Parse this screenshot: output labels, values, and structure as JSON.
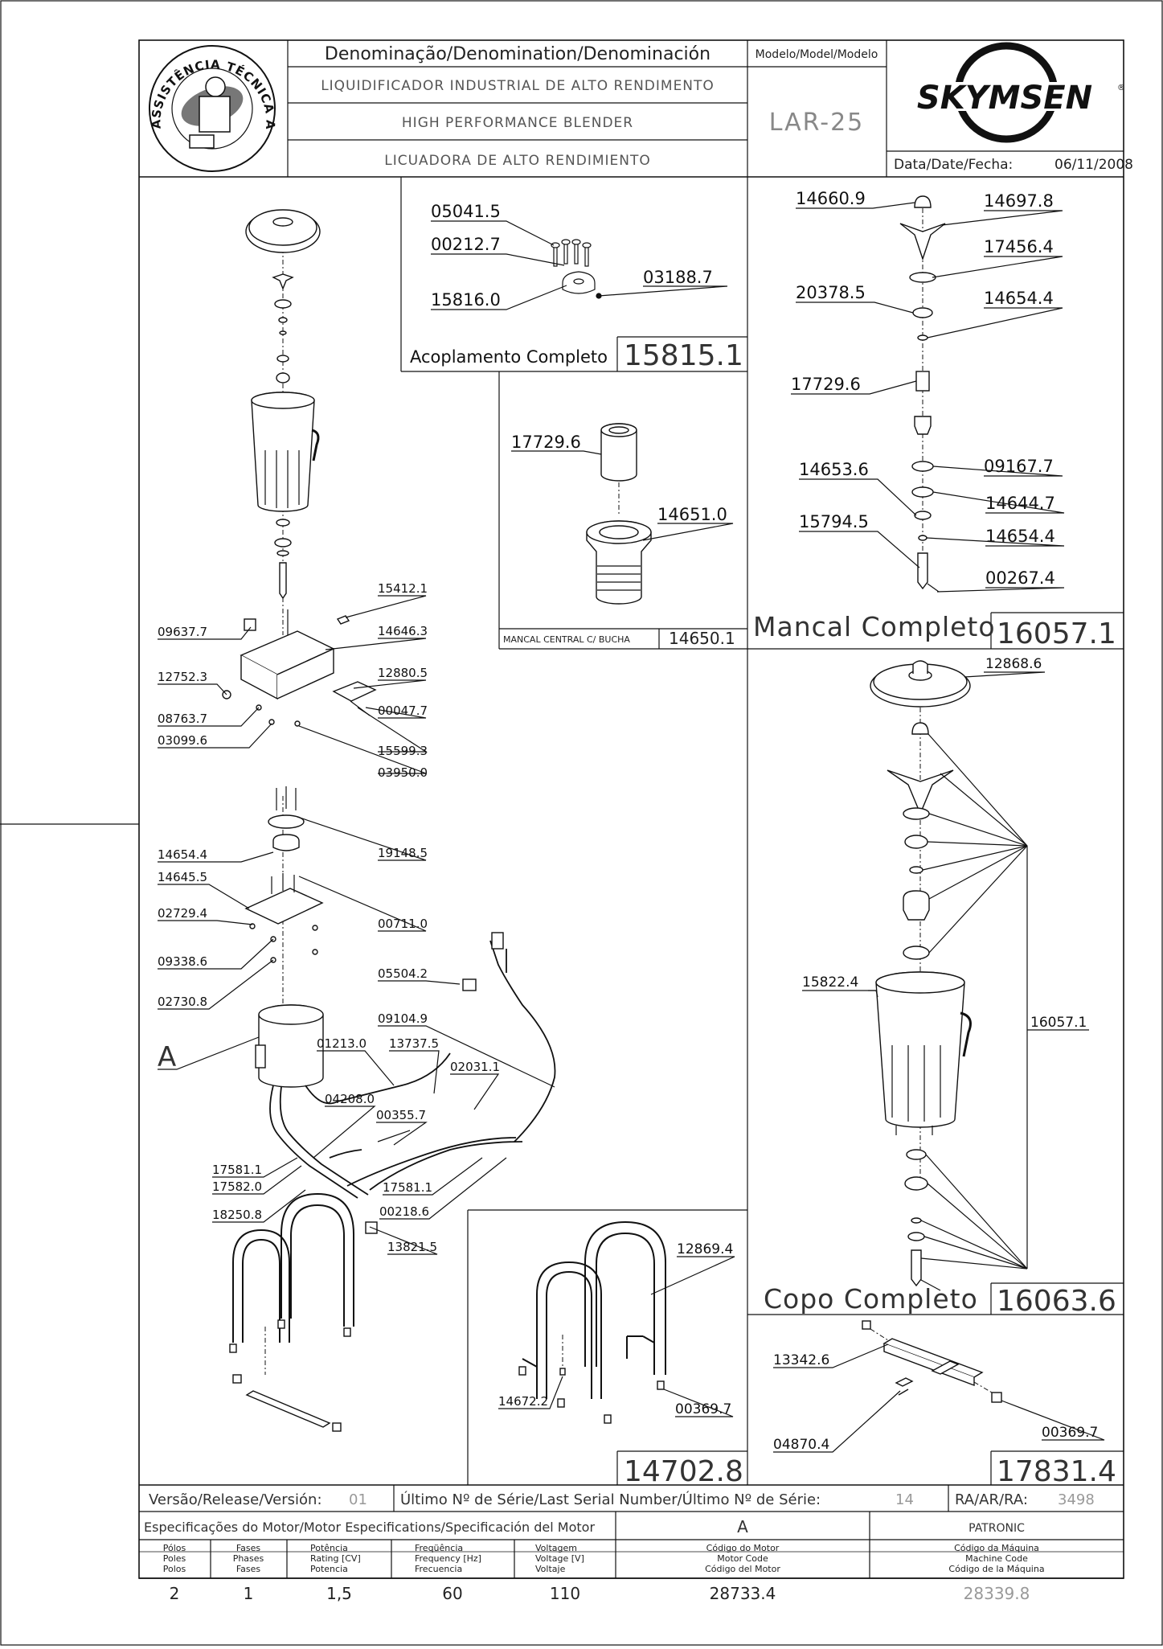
{
  "header": {
    "denomination_label": "Denominação/Denomination/Denominación",
    "model_label": "Modelo/Model/Modelo",
    "name_pt": "LIQUIDIFICADOR INDUSTRIAL DE ALTO RENDIMENTO",
    "name_en": "HIGH PERFORMANCE BLENDER",
    "name_es": "LICUADORA DE ALTO RENDIMIENTO",
    "model": "LAR-25",
    "brand": "SKYMSEN",
    "date_label": "Data/Date/Fecha:",
    "date": "06/11/2008",
    "seal_text": "ASSISTÊNCIA TÉCNICA AUTORIZADA"
  },
  "assemblies": {
    "coupling": {
      "title": "Acoplamento Completo",
      "code": "15815.1",
      "parts": [
        "05041.5",
        "00212.7",
        "15816.0",
        "03188.7"
      ]
    },
    "central_bearing": {
      "title": "MANCAL CENTRAL C/ BUCHA",
      "code": "14650.1",
      "parts": [
        "17729.6",
        "14651.0"
      ]
    },
    "bearing": {
      "title": "Mancal Completo",
      "code": "16057.1",
      "parts": [
        "14660.9",
        "14697.8",
        "17456.4",
        "20378.5",
        "14654.4",
        "17729.6",
        "09167.7",
        "14653.6",
        "14644.7",
        "15794.5",
        "14654.4",
        "00267.4"
      ]
    },
    "cup": {
      "title": "Copo Completo",
      "code": "16063.6",
      "parts": [
        "12868.6",
        "15822.4",
        "16057.1"
      ]
    },
    "stand": {
      "code": "14702.8",
      "parts": [
        "12869.4",
        "14672.2",
        "00369.7"
      ]
    },
    "bar": {
      "code": "17831.4",
      "parts": [
        "13342.6",
        "04870.4",
        "00369.7"
      ]
    }
  },
  "main_parts": {
    "upper": [
      "15412.1",
      "09637.7",
      "14646.3",
      "12752.3",
      "12880.5",
      "08763.7",
      "00047.7",
      "03099.6",
      "15599.3",
      "03950.0"
    ],
    "lower": [
      "19148.5",
      "14654.4",
      "14645.5",
      "02729.4",
      "00711.0",
      "09338.6",
      "05504.2",
      "02730.8",
      "09104.9",
      "A",
      "01213.0",
      "13737.5",
      "02031.1",
      "04208.0",
      "00355.7",
      "17581.1",
      "17582.0",
      "17581.1",
      "00218.6",
      "18250.8",
      "13821.5"
    ]
  },
  "footer": {
    "version_label": "Versão/Release/Versión:",
    "version": "01",
    "serial_label": "Último Nº de Série/Last Serial Number/Último Nº de Série:",
    "serial": "14",
    "ra_label": "RA/AR/RA:",
    "ra": "3498",
    "motor_spec_label": "Especificações do Motor/Motor Especifications/Specificación del Motor",
    "motor_letter": "A",
    "manufacturer": "PATRONIC",
    "columns": [
      {
        "l1": "Pólos",
        "l2": "Poles",
        "l3": "Polos",
        "value": "2"
      },
      {
        "l1": "Fases",
        "l2": "Phases",
        "l3": "Fases",
        "value": "1"
      },
      {
        "l1": "Potência",
        "l2": "Rating [CV]",
        "l3": "Potencia",
        "value": "1,5"
      },
      {
        "l1": "Freqüência",
        "l2": "Frequency [Hz]",
        "l3": "Frecuencia",
        "value": "60"
      },
      {
        "l1": "Voltagem",
        "l2": "Voltage [V]",
        "l3": "Voltaje",
        "value": "110"
      },
      {
        "l1": "Código do Motor",
        "l2": "Motor Code",
        "l3": "Código del Motor",
        "value": "28733.4"
      },
      {
        "l1": "Código da Máquina",
        "l2": "Machine Code",
        "l3": "Código de la Máquina",
        "value": "28339.8"
      }
    ]
  }
}
